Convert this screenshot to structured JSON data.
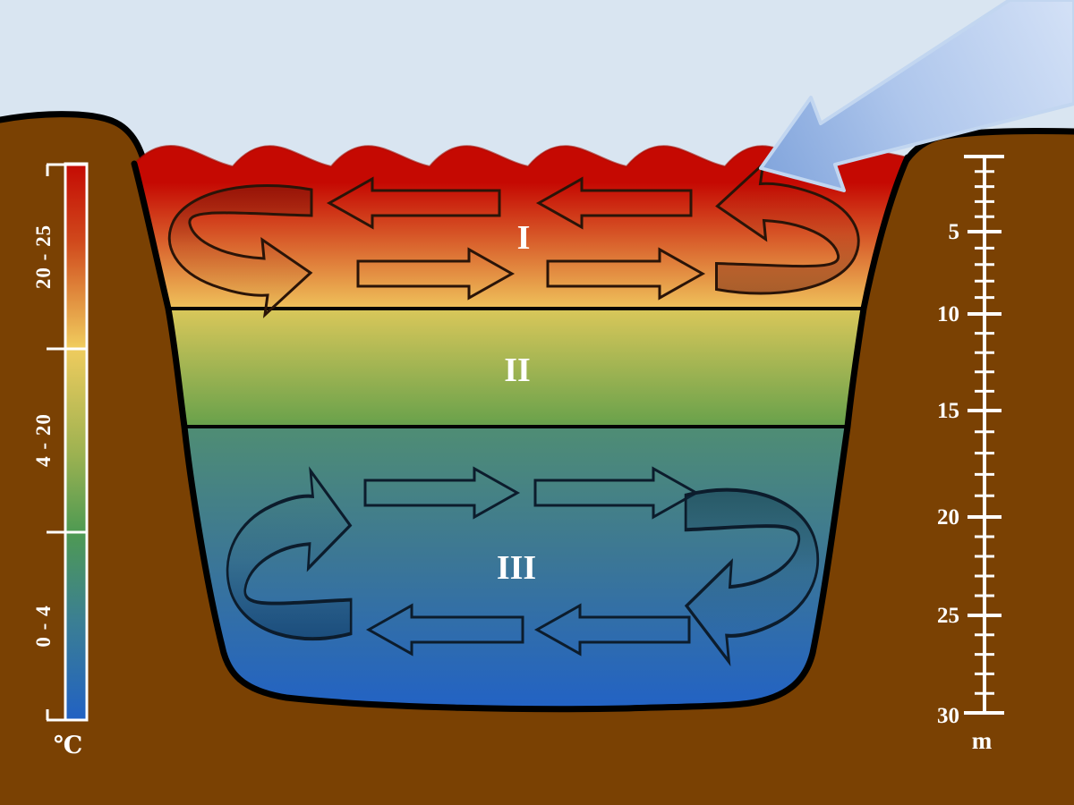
{
  "diagram": {
    "layers": [
      {
        "numeral": "I"
      },
      {
        "numeral": "II"
      },
      {
        "numeral": "III"
      }
    ],
    "temperature_scale": {
      "unit": "℃",
      "ranges": [
        "20 - 25",
        "4 - 20",
        "0 - 4"
      ],
      "gradient_colors": [
        "#c40a03",
        "#f0cc5e",
        "#4f9a52",
        "#2161c4"
      ]
    },
    "depth_scale": {
      "unit": "m",
      "tick_labels": [
        "5",
        "10",
        "15",
        "20",
        "25",
        "30"
      ]
    },
    "colors": {
      "sky": "#d9e5f1",
      "ground": "#7a4103",
      "outline": "#000000",
      "water_surface_red": "#c50902",
      "layer1_bottom": "#efc25b",
      "layer2_top": "#d9c75a",
      "layer2_bottom": "#68a14b",
      "layer3_top": "#4f8d74",
      "layer3_bottom": "#2262c5",
      "sunbeam_fill": "#9fbce6",
      "sunbeam_edge": "#c2d6f0"
    }
  }
}
